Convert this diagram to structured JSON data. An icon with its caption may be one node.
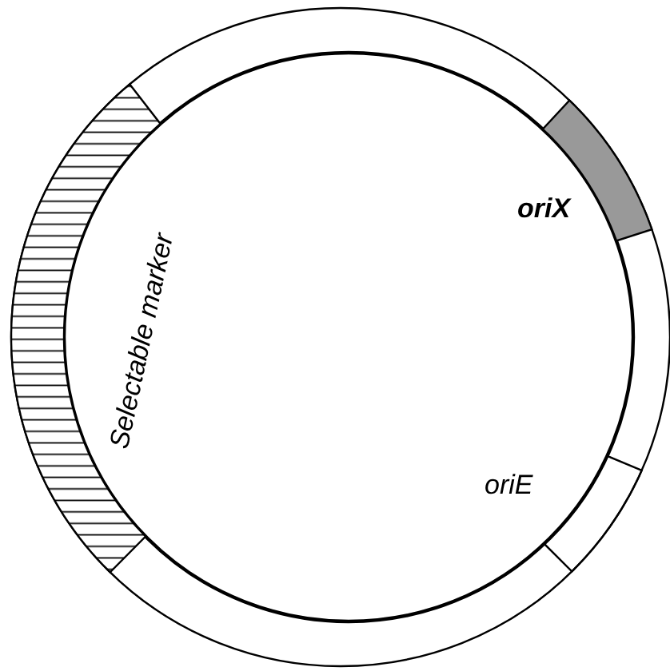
{
  "diagram": {
    "nodes": [
      {
        "text": [
          "Selectable marker"
        ]
      },
      {
        "text": [
          "oriX"
        ]
      },
      {
        "text": [
          "oriE"
        ]
      }
    ]
  }
}
